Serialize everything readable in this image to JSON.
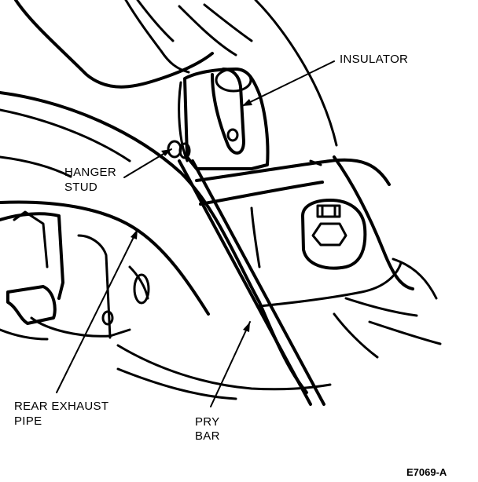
{
  "labels": {
    "insulator": "INSULATOR",
    "hanger_stud": [
      "HANGER",
      "STUD"
    ],
    "rear_exhaust_pipe": [
      "REAR EXHAUST",
      "PIPE"
    ],
    "pry_bar": [
      "PRY",
      "BAR"
    ]
  },
  "figure_code": "E7069-A"
}
